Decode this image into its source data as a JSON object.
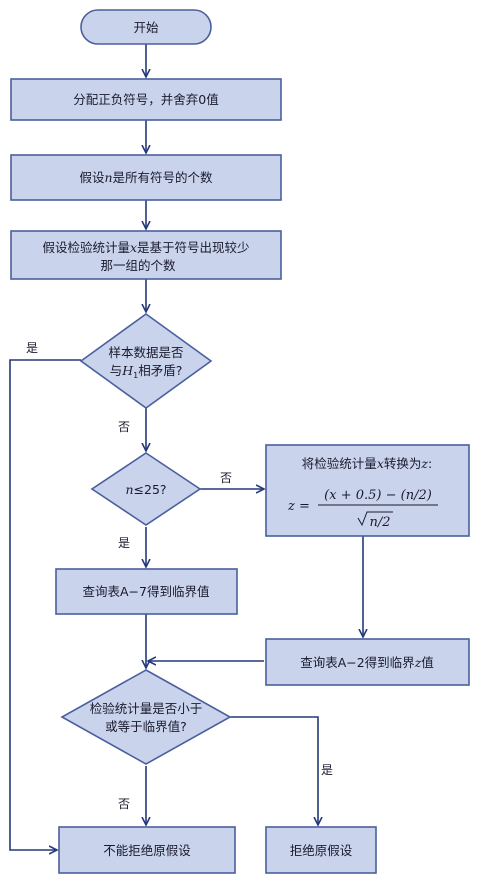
{
  "nodes": {
    "start": "开始",
    "assign_signs": "分配正负符号，并舍弃0值",
    "let_n": {
      "pre": "假设",
      "var": "n",
      "post": "是所有符号的个数"
    },
    "let_x": {
      "line1_pre": "假设检验统计量",
      "line1_var": "x",
      "line1_post": "是基于符号出现较少",
      "line2": "那一组的个数"
    },
    "decision_contradict": {
      "line1": "样本数据是否",
      "line2_pre": "与",
      "line2_var": "H",
      "line2_sub": "1",
      "line2_post": "相矛盾?"
    },
    "decision_n": {
      "var": "n",
      "rest": "≤25?"
    },
    "convert": {
      "title_pre": "将检验统计量",
      "title_var": "x",
      "title_mid": "转换为",
      "title_var2": "z",
      "title_post": ":",
      "formula_lhs": "z =",
      "numerator": "(x + 0.5) − (n/2)",
      "denominator": "n/2"
    },
    "lookup_a7": "查询表A−7得到临界值",
    "lookup_a2": {
      "pre": "查询表A−2得到临界",
      "var": "z",
      "post": "值"
    },
    "decision_le": {
      "line1": "检验统计量是否小于",
      "line2": "或等于临界值?"
    },
    "fail_reject": "不能拒绝原假设",
    "reject": "拒绝原假设"
  },
  "edge_labels": {
    "yes_contradict": "是",
    "no_contradict": "否",
    "no_n": "否",
    "yes_n": "是",
    "yes_le": "是",
    "no_le": "否"
  },
  "colors": {
    "box_fill": "#c9d4ec",
    "box_stroke": "#4a5f9e",
    "arrow": "#243a7a"
  }
}
